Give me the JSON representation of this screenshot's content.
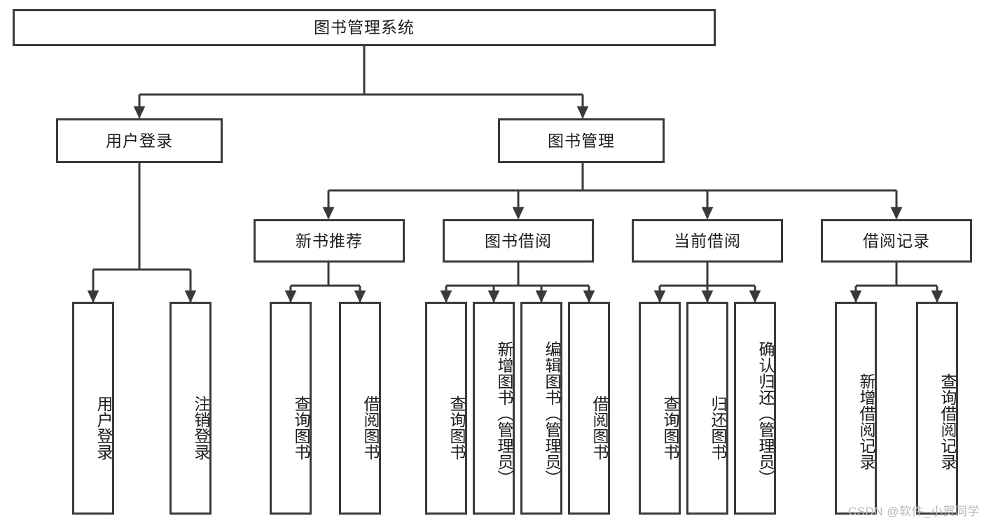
{
  "diagram": {
    "title": "图书管理系统",
    "type": "tree",
    "root": {
      "id": "root",
      "label": "图书管理系统"
    },
    "level2": [
      {
        "id": "user-login",
        "label": "用户登录"
      },
      {
        "id": "book-manage",
        "label": "图书管理"
      }
    ],
    "level3": [
      {
        "id": "new-book-rec",
        "label": "新书推荐",
        "parent": "book-manage"
      },
      {
        "id": "book-borrow",
        "label": "图书借阅",
        "parent": "book-manage"
      },
      {
        "id": "current-borrow",
        "label": "当前借阅",
        "parent": "book-manage"
      },
      {
        "id": "borrow-record",
        "label": "借阅记录",
        "parent": "book-manage"
      }
    ],
    "leaves": [
      {
        "id": "leaf-user-login",
        "label": "用户登录",
        "parent": "user-login"
      },
      {
        "id": "leaf-logout",
        "label": "注销登录",
        "parent": "user-login"
      },
      {
        "id": "leaf-query-book-1",
        "label": "查询图书",
        "parent": "new-book-rec"
      },
      {
        "id": "leaf-borrow-book-1",
        "label": "借阅图书",
        "parent": "new-book-rec"
      },
      {
        "id": "leaf-query-book-2",
        "label": "查询图书",
        "parent": "book-borrow"
      },
      {
        "id": "leaf-add-book",
        "label": "新增图书（管理员）",
        "parent": "book-borrow"
      },
      {
        "id": "leaf-edit-book",
        "label": "编辑图书（管理员）",
        "parent": "book-borrow"
      },
      {
        "id": "leaf-borrow-book-2",
        "label": "借阅图书",
        "parent": "book-borrow"
      },
      {
        "id": "leaf-query-book-3",
        "label": "查询图书",
        "parent": "current-borrow"
      },
      {
        "id": "leaf-return-book",
        "label": "归还图书",
        "parent": "current-borrow"
      },
      {
        "id": "leaf-confirm-return",
        "label": "确认归还（管理员）",
        "parent": "current-borrow"
      },
      {
        "id": "leaf-add-record",
        "label": "新增借阅记录",
        "parent": "borrow-record"
      },
      {
        "id": "leaf-query-record",
        "label": "查询借阅记录",
        "parent": "borrow-record"
      }
    ],
    "colors": {
      "box_border": "#3a3a3a",
      "box_fill": "#ffffff",
      "connector": "#3a3a3a",
      "text": "#1c1c1c",
      "watermark": "#b9b9b9",
      "background": "#ffffff"
    }
  },
  "watermark": {
    "text": "CSDN @软件_小贺同学"
  }
}
